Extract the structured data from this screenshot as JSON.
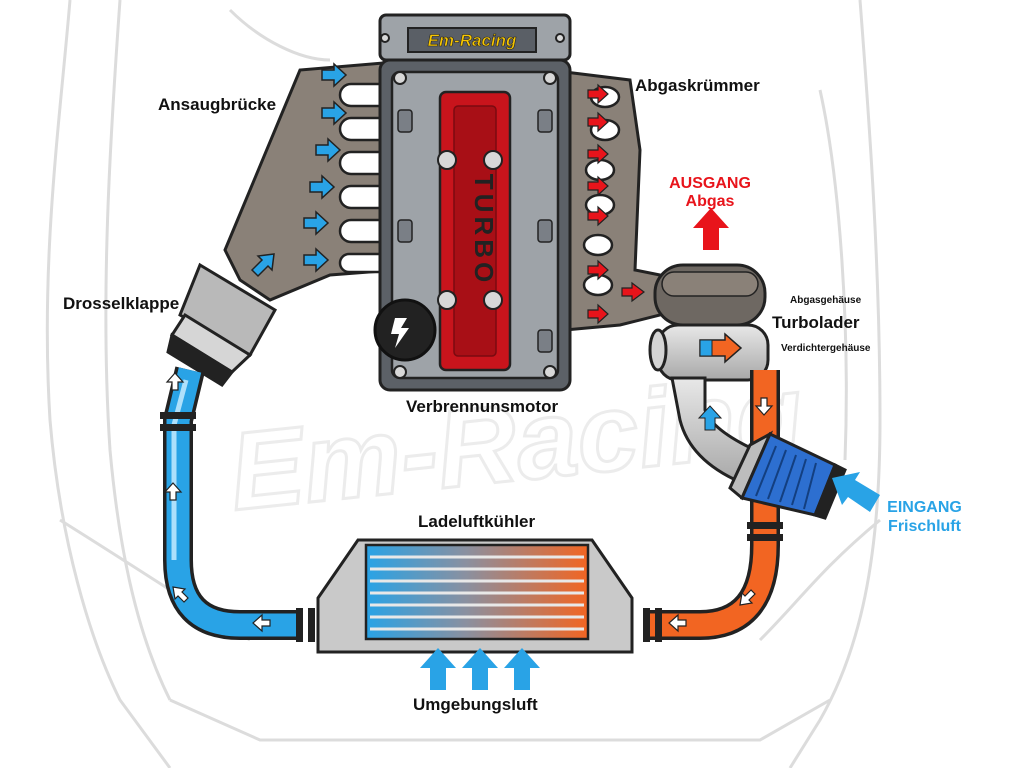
{
  "brand": {
    "name": "Em-Racing",
    "engine_cover_text": "TURBO"
  },
  "labels": {
    "intake_manifold": "Ansaugbrücke",
    "throttle_body": "Drosselklappe",
    "engine": "Verbrennunsmotor",
    "exhaust_manifold": "Abgaskrümmer",
    "exhaust_out_title": "AUSGANG",
    "exhaust_out_sub": "Abgas",
    "turbine_housing": "Abgasgehäuse",
    "turbocharger": "Turbolader",
    "compressor_housing": "Verdichtergehäuse",
    "intercooler": "Ladeluftkühler",
    "fresh_air_title": "EINGANG",
    "fresh_air_sub": "Frischluft",
    "ambient_air": "Umgebungsluft"
  },
  "colors": {
    "cold_air": "#29a3e6",
    "hot_air": "#f26522",
    "exhaust": "#e8141b",
    "engine_red": "#c8141c",
    "manifold": "#8a8178",
    "metal": "#c9c9c9"
  }
}
